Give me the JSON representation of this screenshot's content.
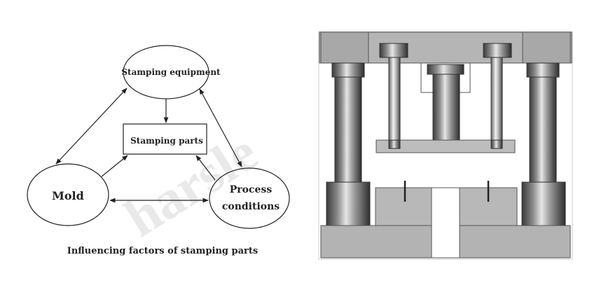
{
  "diagram": {
    "nodes": {
      "equipment": "Stamping equipment",
      "parts": "Stamping parts",
      "mold": "Mold",
      "process_line1": "Process",
      "process_line2": "conditions"
    },
    "caption": "Influencing factors of stamping parts"
  },
  "watermark": "harsle",
  "colors": {
    "line": "#222222",
    "die_gray": "#b8b8b8",
    "die_outline": "#555555",
    "background": "#ffffff"
  }
}
